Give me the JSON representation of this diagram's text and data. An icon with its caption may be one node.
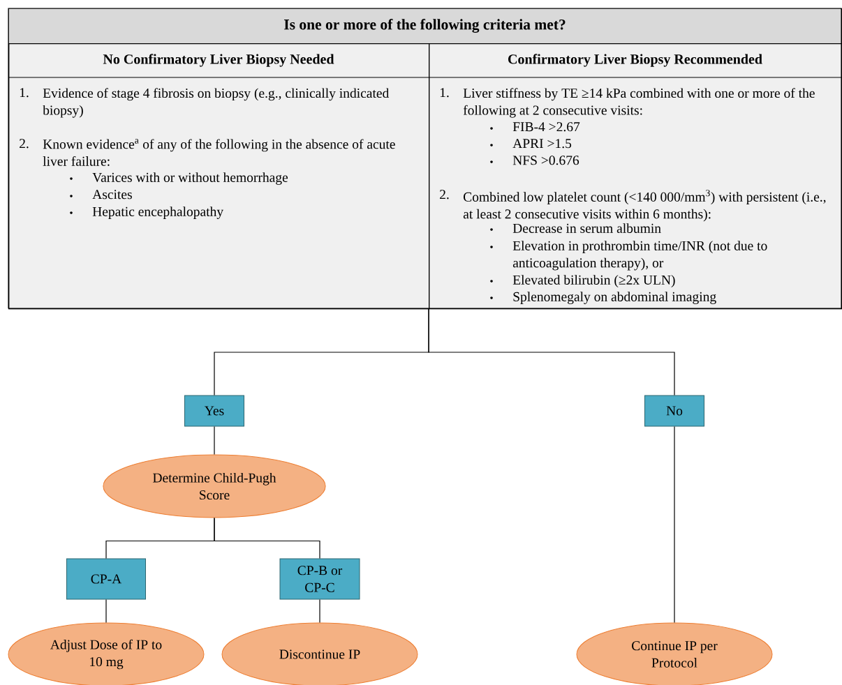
{
  "diagram": {
    "nodes": [
      {
        "text": [
          "Is one or more of the following criteria met?"
        ]
      },
      {
        "text": [
          "No Confirmatory  Liver Biopsy Needed",
          "1.",
          "Evidence of stage 4 fibrosis on biopsy (e.g., clinically indicated biopsy)",
          "2.",
          "Known evidence$^{a}$ of any of the following in the absence of acute liver failure:",
          "Varices with or without hemorrhage",
          "Ascites",
          "Hepatic encephalopathy"
        ],
        "in": 0
      },
      {
        "text": [
          "Confirmatory  Liver Biopsy Recommended",
          "1.",
          "Liver stiffness by TE ≥14 kPa combined with one or more of the following at 2 consecutive visits:",
          "FIB-4 >2.67",
          "APRI >1.5",
          "NFS >0.676",
          "2.",
          "Combined low platelet count (<140 000/mm$^{3}$) with persistent (i.e., at least 2 consecutive visits within 6 months):",
          "Decrease in serum albumin",
          "Elevation in prothrombin time/INR (not due to anticoagulation therapy), or",
          "Elevated bilirubin (≥2x ULN)",
          "Splenomegaly on abdominal imaging"
        ],
        "in": 0
      },
      {
        "text": [
          "Yes"
        ]
      },
      {
        "text": [
          "No"
        ]
      },
      {
        "text": [
          "Determine Child-Pugh Score"
        ]
      },
      {
        "text": [
          "CP-A"
        ]
      },
      {
        "text": [
          "CP-B or CP-C"
        ]
      },
      {
        "text": [
          "Adjust Dose of IP to 10 mg"
        ]
      },
      {
        "text": [
          "Discontinue IP"
        ]
      },
      {
        "text": [
          "Continue IP per Protocol"
        ]
      }
    ],
    "edges": [
      {
        "from": 0,
        "to": 3,
        "arrow": "none"
      },
      {
        "from": 0,
        "to": 4,
        "arrow": "none"
      },
      {
        "from": 3,
        "to": 5,
        "arrow": "none"
      },
      {
        "from": 5,
        "to": 6,
        "arrow": "none"
      },
      {
        "from": 5,
        "to": 7,
        "arrow": "none"
      },
      {
        "from": 6,
        "to": 8,
        "arrow": "none"
      },
      {
        "from": 7,
        "to": 9,
        "arrow": "none"
      },
      {
        "from": 4,
        "to": 10,
        "arrow": "none"
      }
    ]
  }
}
